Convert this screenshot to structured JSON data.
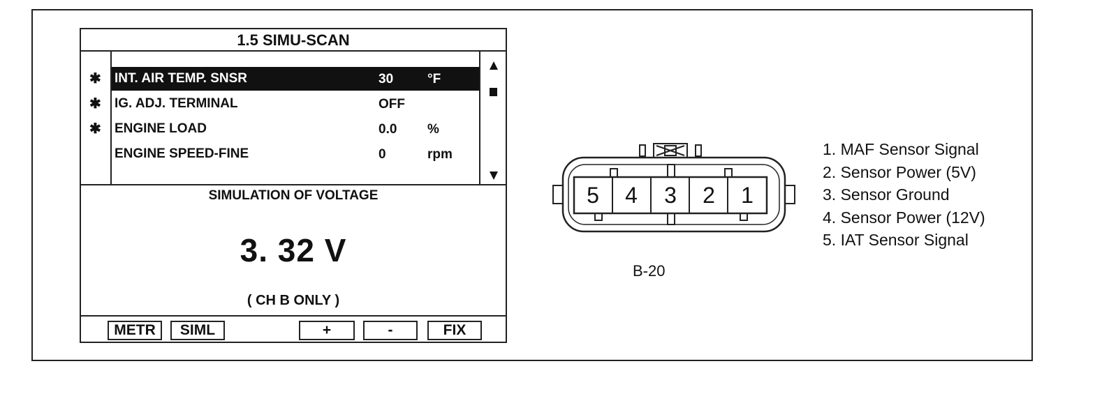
{
  "screen": {
    "title": "1.5  SIMU-SCAN",
    "rows": [
      {
        "mark": "✱",
        "label": "INT. AIR TEMP. SNSR",
        "value": "30",
        "unit": "°F",
        "selected": true
      },
      {
        "mark": "✱",
        "label": "IG. ADJ. TERMINAL",
        "value": "OFF",
        "unit": "",
        "selected": false
      },
      {
        "mark": "✱",
        "label": "ENGINE LOAD",
        "value": "0.0",
        "unit": "%",
        "selected": false
      },
      {
        "mark": "",
        "label": "ENGINE SPEED-FINE",
        "value": "0",
        "unit": "rpm",
        "selected": false
      }
    ],
    "simulation_title": "SIMULATION OF VOLTAGE",
    "voltage": "3. 32  V",
    "channel_note": "(   CH  B  ONLY   )",
    "buttons": {
      "metr": "METR",
      "siml": "SIML",
      "plus": "+",
      "minus": "-",
      "fix": "FIX"
    }
  },
  "connector": {
    "pins": [
      "5",
      "4",
      "3",
      "2",
      "1"
    ],
    "caption": "B-20"
  },
  "legend": [
    "1. MAF Sensor Signal",
    "2. Sensor Power (5V)",
    "3. Sensor Ground",
    "4. Sensor Power (12V)",
    "5. IAT Sensor Signal"
  ],
  "colors": {
    "line": "#222222",
    "highlight": "#111111",
    "background": "#ffffff"
  }
}
